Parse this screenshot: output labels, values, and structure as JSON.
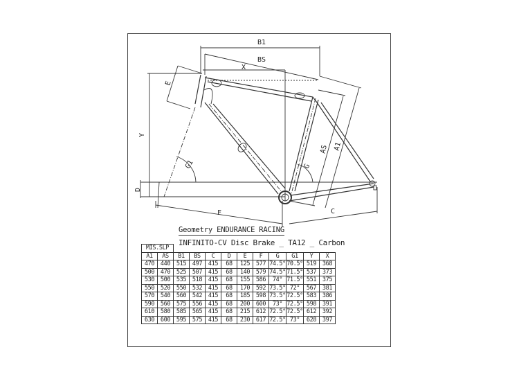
{
  "drawing": {
    "labels": {
      "B1": "B1",
      "BS": "BS",
      "X": "X",
      "E": "E",
      "Y": "Y",
      "D": "D",
      "F": "F",
      "C": "C",
      "G": "G",
      "G1": "G1",
      "AS": "AS",
      "A1": "A1"
    }
  },
  "title": "Geometry ENDURANCE RACING",
  "subtitle": "INFINITO-CV Disc Brake _ TA12 _ Carbon",
  "table": {
    "group_header": "MIS.SLP",
    "columns": [
      "A1",
      "AS",
      "B1",
      "BS",
      "C",
      "D",
      "E",
      "F",
      "G",
      "G1",
      "Y",
      "X"
    ],
    "rows": [
      [
        "470",
        "440",
        "515",
        "497",
        "415",
        "68",
        "125",
        "577",
        "74.5°",
        "70.5°",
        "519",
        "368"
      ],
      [
        "500",
        "470",
        "525",
        "507",
        "415",
        "68",
        "140",
        "579",
        "74.5°",
        "71.5°",
        "537",
        "373"
      ],
      [
        "530",
        "500",
        "535",
        "518",
        "415",
        "68",
        "155",
        "586",
        "74°",
        "71.5°",
        "551",
        "375"
      ],
      [
        "550",
        "520",
        "550",
        "532",
        "415",
        "68",
        "170",
        "592",
        "73.5°",
        "72°",
        "567",
        "381"
      ],
      [
        "570",
        "540",
        "560",
        "542",
        "415",
        "68",
        "185",
        "598",
        "73.5°",
        "72.5°",
        "583",
        "386"
      ],
      [
        "590",
        "560",
        "575",
        "556",
        "415",
        "68",
        "200",
        "600",
        "73°",
        "72.5°",
        "598",
        "391"
      ],
      [
        "610",
        "580",
        "585",
        "565",
        "415",
        "68",
        "215",
        "612",
        "72.5°",
        "72.5°",
        "612",
        "392"
      ],
      [
        "630",
        "600",
        "595",
        "575",
        "415",
        "68",
        "230",
        "617",
        "72.5°",
        "73°",
        "628",
        "397"
      ]
    ]
  }
}
